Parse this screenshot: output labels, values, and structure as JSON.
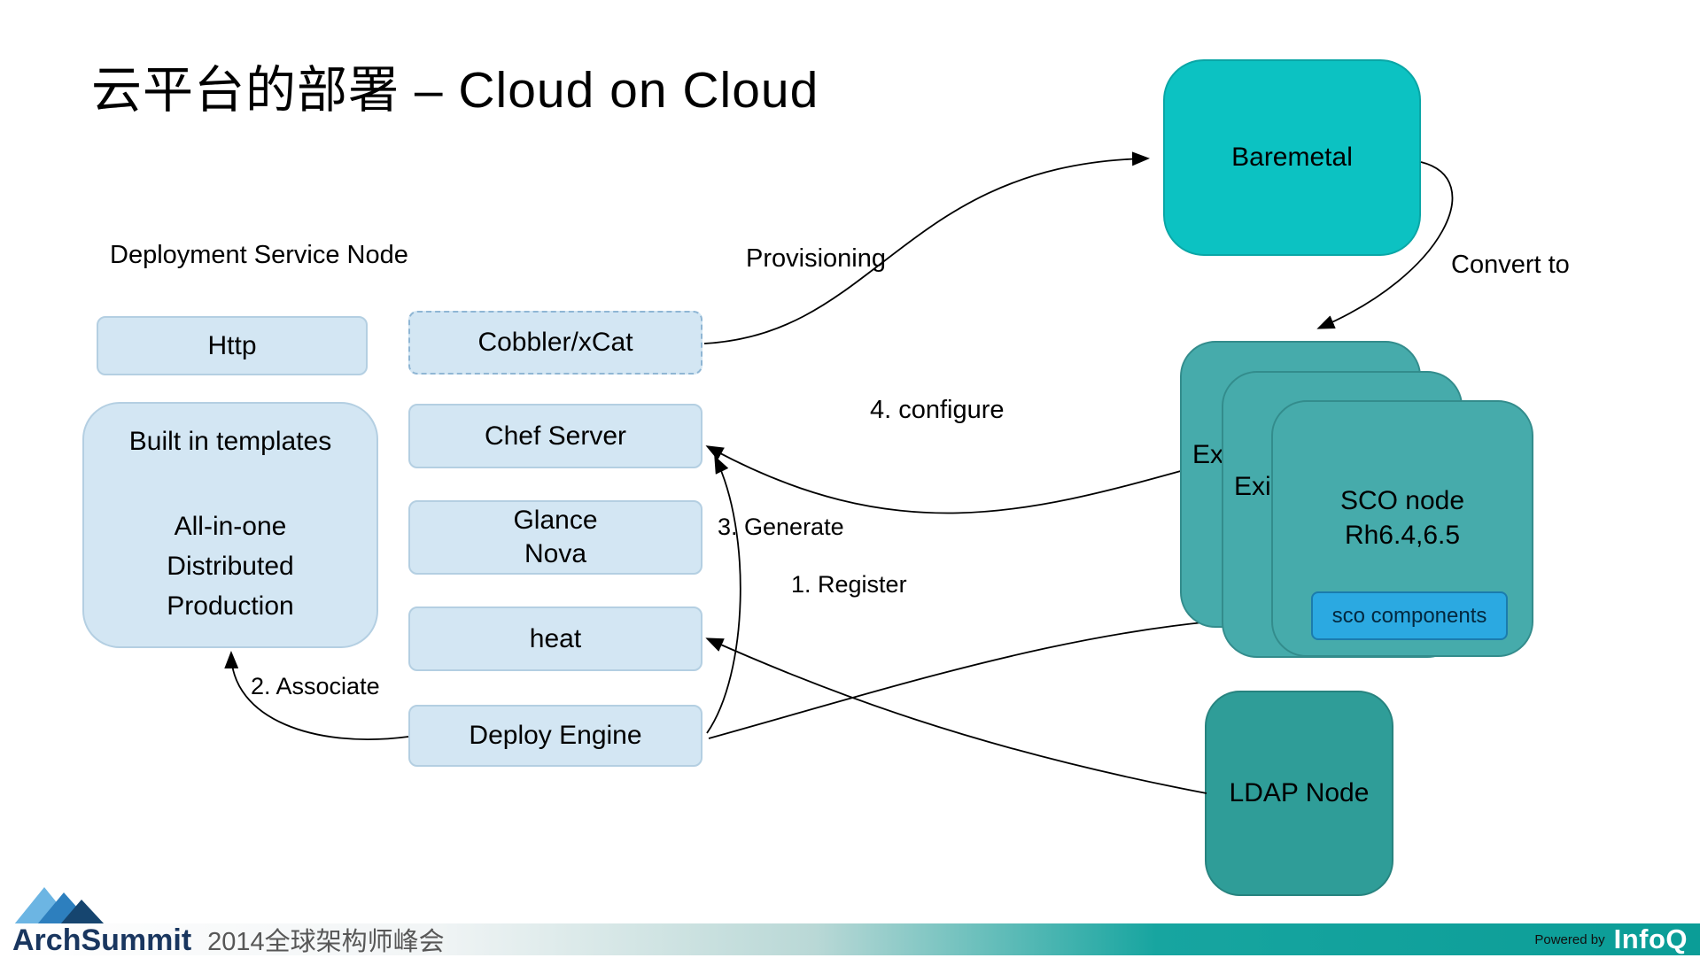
{
  "title": "云平台的部署 –  Cloud on Cloud",
  "left_panel": {
    "heading": "Deployment Service Node",
    "http_label": "Http",
    "templates_title": "Built in templates",
    "templates_line1": "All-in-one",
    "templates_line2": "Distributed",
    "templates_line3": "Production"
  },
  "middle_column": {
    "cobbler": "Cobbler/xCat",
    "chef": "Chef Server",
    "glance1": "Glance",
    "glance2": "Nova",
    "heat": "heat",
    "deploy": "Deploy Engine"
  },
  "right_nodes": {
    "baremetal": "Baremetal",
    "stack_back": "Ex",
    "stack_mid": "Exi",
    "sco_title1": "SCO node",
    "sco_title2": "Rh6.4,6.5",
    "sco_components": "sco components",
    "ldap": "LDAP Node"
  },
  "arrow_labels": {
    "provisioning": "Provisioning",
    "convert_to": "Convert to",
    "configure": "4. configure",
    "generate": "3. Generate",
    "register": "1. Register",
    "associate": "2. Associate"
  },
  "footer": {
    "brand": "ArchSummit",
    "event": "2014全球架构师峰会",
    "powered_by": "Powered by",
    "infoq": "InfoQ"
  },
  "colors": {
    "node_light_blue": "#d3e6f3",
    "baremetal_teal": "#0cc2c2",
    "stack_teal": "#46abab",
    "ldap_teal": "#2f9d98",
    "sco_components_blue": "#2ba9e1",
    "footer_teal": "#0b9d97"
  }
}
